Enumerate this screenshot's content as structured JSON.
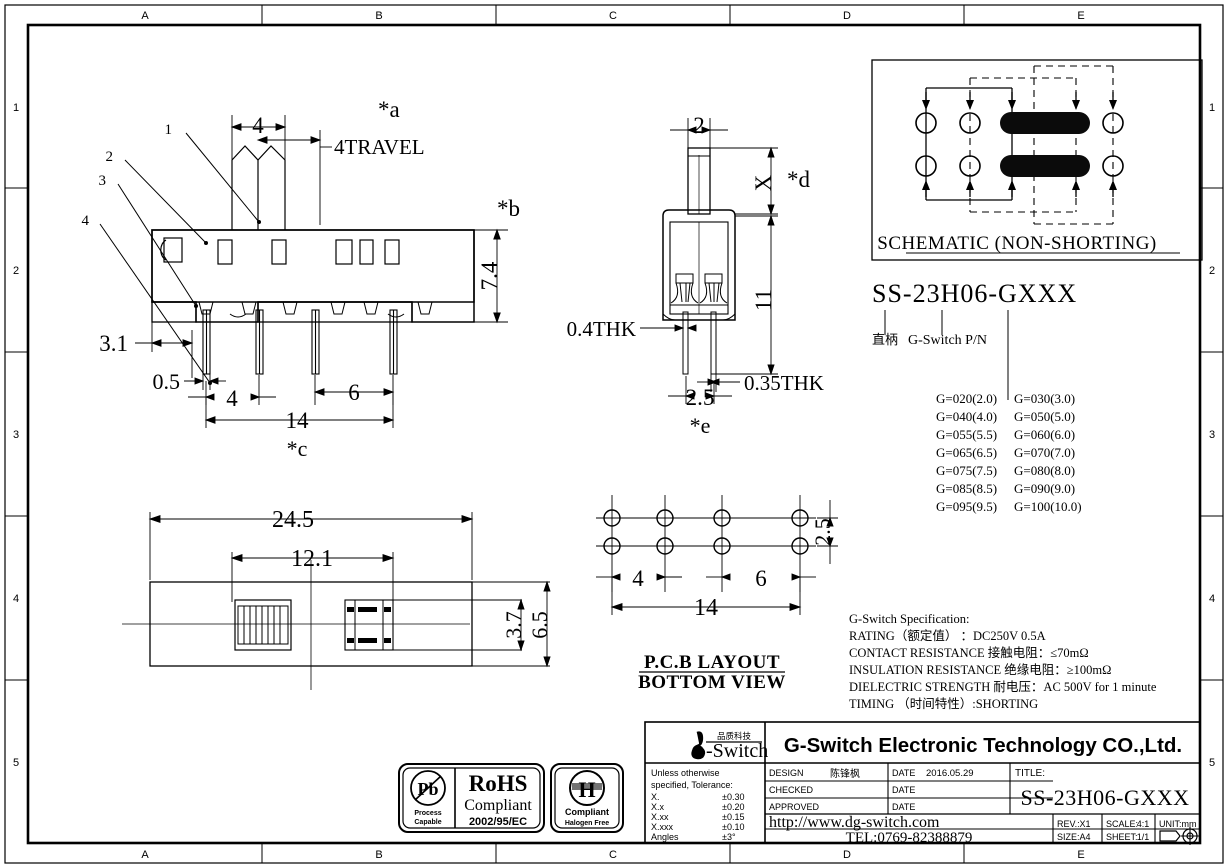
{
  "sheet": {
    "zones_top": [
      "A",
      "B",
      "C",
      "D",
      "E"
    ],
    "zones_bottom": [
      "A",
      "B",
      "C",
      "D",
      "E"
    ],
    "zones_left": [
      "1",
      "2",
      "3",
      "4",
      "5"
    ],
    "zones_right": [
      "1",
      "2",
      "3",
      "4",
      "5"
    ]
  },
  "front_view": {
    "leaders": [
      "1",
      "2",
      "3",
      "4"
    ],
    "notes": {
      "star_a": "*a",
      "star_b": "*b",
      "star_c": "*c",
      "travel": "4TRAVEL"
    },
    "dims": {
      "lever_width": "4",
      "body_height": "7.4",
      "edge_to_pin": "3.1",
      "pin_thickness": "0.5",
      "pitch_1": "4",
      "pitch_2": "6",
      "overall_pin_span": "14"
    }
  },
  "side_view": {
    "notes": {
      "star_d": "*d",
      "star_e": "*e",
      "x_label": "X"
    },
    "dims": {
      "lever_thk": "2",
      "overall_height": "11",
      "plate_thk": "0.4THK",
      "pin_thk": "0.35THK",
      "pin_pitch": "2.5"
    },
    "labels": {
      "thk_left": "0.4THK",
      "thk_right": "0.35THK"
    }
  },
  "bottom_view": {
    "dims": {
      "overall_length": "24.5",
      "slot_length": "12.1",
      "inner_width": "3.7",
      "outer_width": "6.5"
    }
  },
  "pcb_layout": {
    "title_line1": "P.C.B  LAYOUT",
    "title_line2": "BOTTOM VIEW",
    "dims": {
      "pitch_1": "4",
      "pitch_2": "6",
      "row_pitch": "2.5",
      "overall": "14"
    }
  },
  "schematic": {
    "title": "SCHEMATIC (NON-SHORTING)"
  },
  "part_number": {
    "code": "SS-23H06-GXXX",
    "callout_left": "直柄",
    "callout_mid": "G-Switch P/N",
    "options": [
      [
        "G=020(2.0)",
        "G=030(3.0)"
      ],
      [
        "G=040(4.0)",
        "G=050(5.0)"
      ],
      [
        "G=055(5.5)",
        "G=060(6.0)"
      ],
      [
        "G=065(6.5)",
        "G=070(7.0)"
      ],
      [
        "G=075(7.5)",
        "G=080(8.0)"
      ],
      [
        "G=085(8.5)",
        "G=090(9.0)"
      ],
      [
        "G=095(9.5)",
        "G=100(10.0)"
      ]
    ]
  },
  "specification": {
    "heading": "G-Switch Specification:",
    "lines": [
      "RATING（额定值） ：DC250V 0.5A",
      "CONTACT  RESISTANCE  接触电阻：≤70mΩ",
      "INSULATION  RESISTANCE  绝缘电阻：≥100mΩ",
      "DIELECTRIC  STRENGTH  耐电压：AC 500V for 1 minute",
      "TIMING     （时间特性）:SHORTING"
    ]
  },
  "compliance": {
    "pb": {
      "symbol": "Pb",
      "line1": "Process",
      "line2": "Capable"
    },
    "rohs": {
      "line1": "RoHS",
      "line2": "Compliant",
      "line3": "2002/95/EC"
    },
    "halogen": {
      "symbol": "H",
      "inner": "HALOGEN",
      "line1": "Compliant",
      "line2": "Halogen Free"
    }
  },
  "title_block": {
    "logo": {
      "mark": "b",
      "cn": "品质科技",
      "word": "-Switch"
    },
    "company": "G-Switch Electronic Technology CO.,Ltd.",
    "tolerance": {
      "head1": "Unless  otherwise",
      "head2": "specified, Tolerance:",
      "rows": [
        {
          "k": "X.",
          "v": "±0.30"
        },
        {
          "k": "X.x",
          "v": "±0.20"
        },
        {
          "k": "X.xx",
          "v": "±0.15"
        },
        {
          "k": "X.xxx",
          "v": "±0.10"
        },
        {
          "k": "Angles",
          "v": "±3°"
        }
      ]
    },
    "rows": [
      {
        "label": "DESIGN",
        "value": "陈锋枫",
        "date_label": "DATE",
        "date_value": "2016.05.29"
      },
      {
        "label": "CHECKED",
        "value": "",
        "date_label": "DATE",
        "date_value": ""
      },
      {
        "label": "APPROVED",
        "value": "",
        "date_label": "DATE",
        "date_value": ""
      }
    ],
    "url": "http://www.dg-switch.com",
    "tel": "TEL:0769-82388879",
    "title_label": "TITLE:",
    "title_value": "SS-23H06-GXXX",
    "rev_label": "REV.:",
    "rev_value": "X1",
    "scale_label": "SCALE:",
    "scale_value": "4:1",
    "unit_label": "UNIT:",
    "unit_value": "mm",
    "size_label": "SIZE:",
    "size_value": "A4",
    "sheet_label": "SHEET:",
    "sheet_value": "1/1"
  }
}
